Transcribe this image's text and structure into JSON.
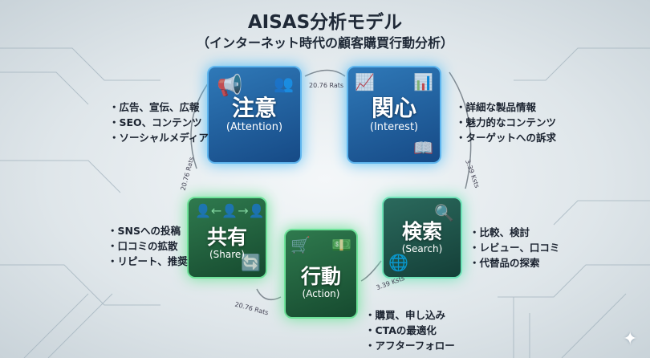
{
  "title": "AISAS分析モデル",
  "subtitle": "（インターネット時代の顧客購買行動分析）",
  "stages": [
    {
      "jp": "注意",
      "en": "(Attention)",
      "bullets": [
        "・広告、宣伝、広報",
        "・SEO、コンテンツ",
        "・ソーシャルメディア"
      ],
      "icon": "megaphone-icon",
      "color": "#1f5d9e"
    },
    {
      "jp": "関心",
      "en": "(Interest)",
      "bullets": [
        "・詳細な製品情報",
        "・魅力的なコンテンツ",
        "・ターゲットへの訴求"
      ],
      "icon": "chart-growth-icon",
      "color": "#1f5d9e"
    },
    {
      "jp": "検索",
      "en": "(Search)",
      "bullets": [
        "・比較、検討",
        "・レビュー、口コミ",
        "・代替品の探索"
      ],
      "icon": "search-icon",
      "color": "#1f5447"
    },
    {
      "jp": "行動",
      "en": "(Action)",
      "bullets": [
        "・購買、申し込み",
        "・CTAの最適化",
        "・アフターフォロー"
      ],
      "icon": "shopping-cart-icon",
      "color": "#1f6a3f"
    },
    {
      "jp": "共有",
      "en": "(Share)",
      "bullets": [
        "・SNSへの投稿",
        "・口コミの拡散",
        "・リピート、推奨"
      ],
      "icon": "share-network-icon",
      "color": "#1f6a3f"
    }
  ],
  "flow_labels": [
    "20.76 Rats",
    "3.39 Ksts",
    "3.39 Ksts",
    "20.76 Rats",
    "20.76 Rats"
  ]
}
